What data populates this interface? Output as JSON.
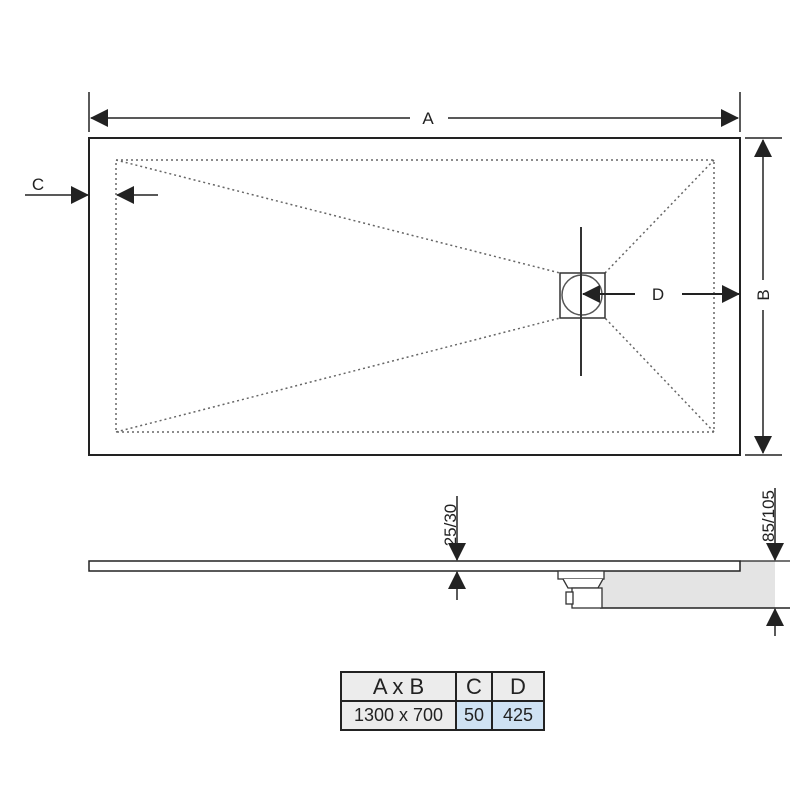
{
  "labels": {
    "a": "A",
    "b": "B",
    "c": "C",
    "d": "D",
    "thickness": "25/30",
    "height": "85/105"
  },
  "table": {
    "headers": [
      "A x B",
      "C",
      "D"
    ],
    "rows": [
      [
        "1300 x 700",
        "50",
        "425"
      ]
    ]
  },
  "colors": {
    "line": "#222222",
    "highlight_cell": "#cfe2f3",
    "header_cell": "#ececec",
    "shade": "#e4e4e4"
  }
}
